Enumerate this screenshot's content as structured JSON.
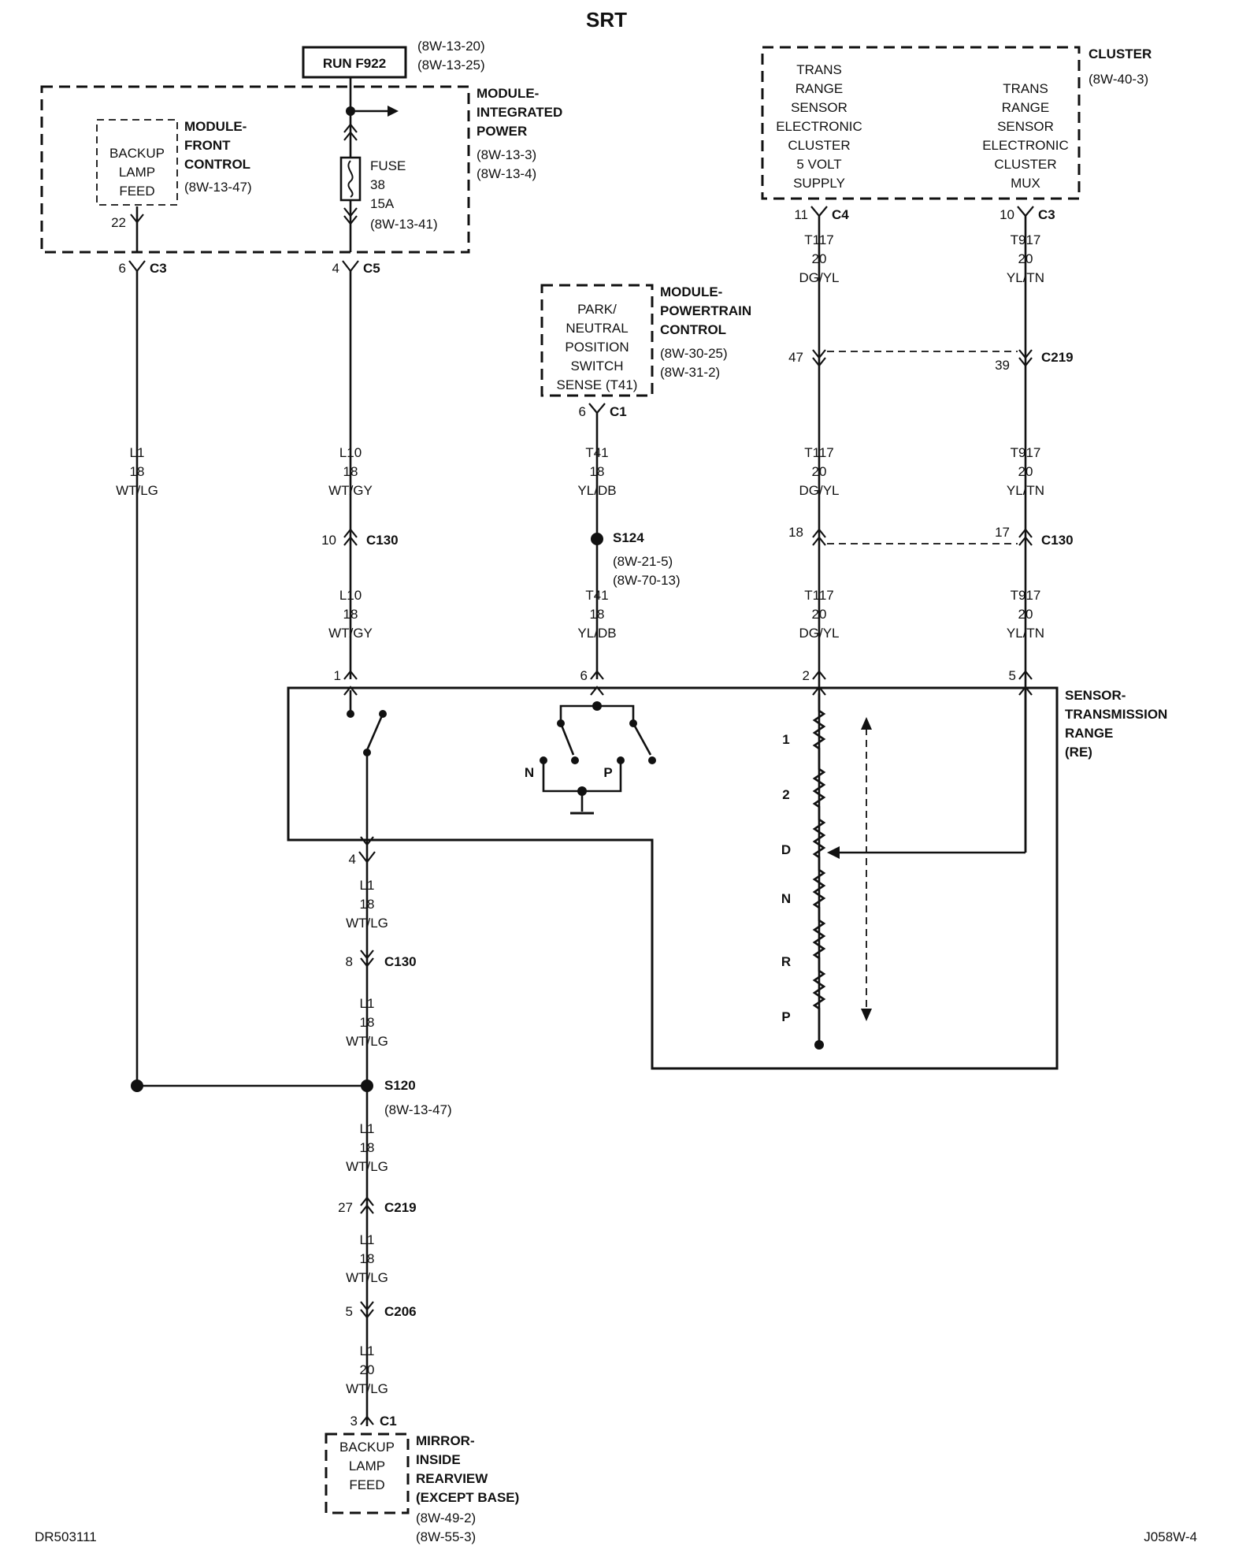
{
  "title": "SRT",
  "footer": {
    "left": "DR503111",
    "right": "J058W-4"
  },
  "components": {
    "run_f922": {
      "label": "RUN F922",
      "refs": [
        "(8W-13-20)",
        "(8W-13-25)"
      ]
    },
    "module_integrated_power": {
      "name": [
        "MODULE-",
        "INTEGRATED",
        "POWER"
      ],
      "refs": [
        "(8W-13-3)",
        "(8W-13-4)"
      ]
    },
    "fuse": {
      "lines": [
        "FUSE",
        "38",
        "15A",
        "(8W-13-41)"
      ]
    },
    "module_front_control": {
      "inner": [
        "BACKUP",
        "LAMP",
        "FEED"
      ],
      "name": [
        "MODULE-",
        "FRONT",
        "CONTROL"
      ],
      "ref": "(8W-13-47)"
    },
    "cluster": {
      "name": "CLUSTER",
      "ref": "(8W-40-3)",
      "left_func": [
        "TRANS",
        "RANGE",
        "SENSOR",
        "ELECTRONIC",
        "CLUSTER",
        "5 VOLT",
        "SUPPLY"
      ],
      "right_func": [
        "TRANS",
        "RANGE",
        "SENSOR",
        "ELECTRONIC",
        "CLUSTER",
        "MUX"
      ]
    },
    "module_powertrain_control": {
      "inner": [
        "PARK/",
        "NEUTRAL",
        "POSITION",
        "SWITCH",
        "SENSE (T41)"
      ],
      "name": [
        "MODULE-",
        "POWERTRAIN",
        "CONTROL"
      ],
      "refs": [
        "(8W-30-25)",
        "(8W-31-2)"
      ]
    },
    "sensor_transmission_range": {
      "name": [
        "SENSOR-",
        "TRANSMISSION",
        "RANGE",
        "(RE)"
      ],
      "positions": [
        "1",
        "2",
        "D",
        "N",
        "R",
        "P"
      ],
      "switch_labels": [
        "N",
        "P"
      ]
    },
    "mirror": {
      "inner": [
        "BACKUP",
        "LAMP",
        "FEED"
      ],
      "name": [
        "MIRROR-",
        "INSIDE",
        "REARVIEW",
        "(EXCEPT BASE)"
      ],
      "refs": [
        "(8W-49-2)",
        "(8W-55-3)"
      ]
    }
  },
  "pins": {
    "fcm_22": "22",
    "fcm_c3_pin": "6",
    "fcm_c3": "C3",
    "ipm_c5_pin": "4",
    "ipm_c5": "C5",
    "cluster_c4_pin": "11",
    "cluster_c4": "C4",
    "cluster_c3_pin": "10",
    "cluster_c3": "C3",
    "pcm_c1_pin": "6",
    "pcm_c1": "C1",
    "c219_a_pin": "47",
    "c219_b_pin": "39",
    "c219": "C219",
    "c130_a_pin": "10",
    "c130_a": "C130",
    "s124": "S124",
    "s124_refs": [
      "(8W-21-5)",
      "(8W-70-13)"
    ],
    "c130_b_pin": "18",
    "c130_c_pin": "17",
    "c130_c": "C130",
    "tr_pin1": "1",
    "tr_pin6": "6",
    "tr_pin2": "2",
    "tr_pin5": "5",
    "tr_pin4": "4",
    "c130_d_pin": "8",
    "c130_d": "C130",
    "s120": "S120",
    "s120_ref": "(8W-13-47)",
    "c219_e_pin": "27",
    "c219_e": "C219",
    "c206_pin": "5",
    "c206": "C206",
    "mirror_c1_pin": "3",
    "mirror_c1": "C1"
  },
  "wires": {
    "l1_left": [
      "L1",
      "18",
      "WT/LG"
    ],
    "l10_upper": [
      "L10",
      "18",
      "WT/GY"
    ],
    "l10_lower": [
      "L10",
      "18",
      "WT/GY"
    ],
    "t41_upper": [
      "T41",
      "18",
      "YL/DB"
    ],
    "t41_lower": [
      "T41",
      "18",
      "YL/DB"
    ],
    "t117_a": [
      "T117",
      "20",
      "DG/YL"
    ],
    "t117_b": [
      "T117",
      "20",
      "DG/YL"
    ],
    "t117_c": [
      "T117",
      "20",
      "DG/YL"
    ],
    "t917_a": [
      "T917",
      "20",
      "YL/TN"
    ],
    "t917_b": [
      "T917",
      "20",
      "YL/TN"
    ],
    "t917_c": [
      "T917",
      "20",
      "YL/TN"
    ],
    "l1_a": [
      "L1",
      "18",
      "WT/LG"
    ],
    "l1_b": [
      "L1",
      "18",
      "WT/LG"
    ],
    "l1_c": [
      "L1",
      "18",
      "WT/LG"
    ],
    "l1_d": [
      "L1",
      "18",
      "WT/LG"
    ],
    "l1_e": [
      "L1",
      "20",
      "WT/LG"
    ]
  }
}
